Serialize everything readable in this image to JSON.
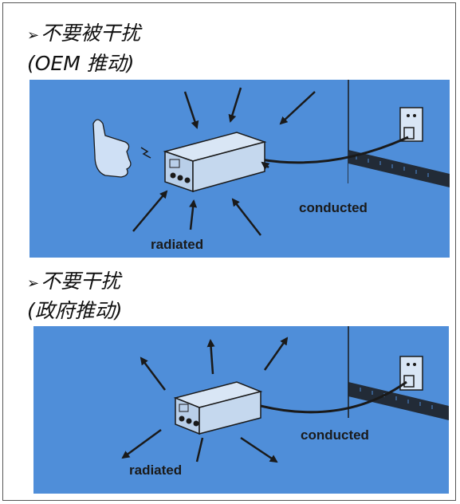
{
  "section1": {
    "bullet": "➢",
    "title": "不要被干扰",
    "subtitle": "(OEM 推动)",
    "conducted_label": "conducted",
    "radiated_label": "radiated"
  },
  "section2": {
    "bullet": "➢",
    "title": "不要干扰",
    "subtitle": "(政府推动)",
    "conducted_label": "conducted",
    "radiated_label": "radiated"
  },
  "colors": {
    "panel_background": "#4f8ed9",
    "line": "#1a1a1a",
    "box_face": "#d9e6f5"
  }
}
